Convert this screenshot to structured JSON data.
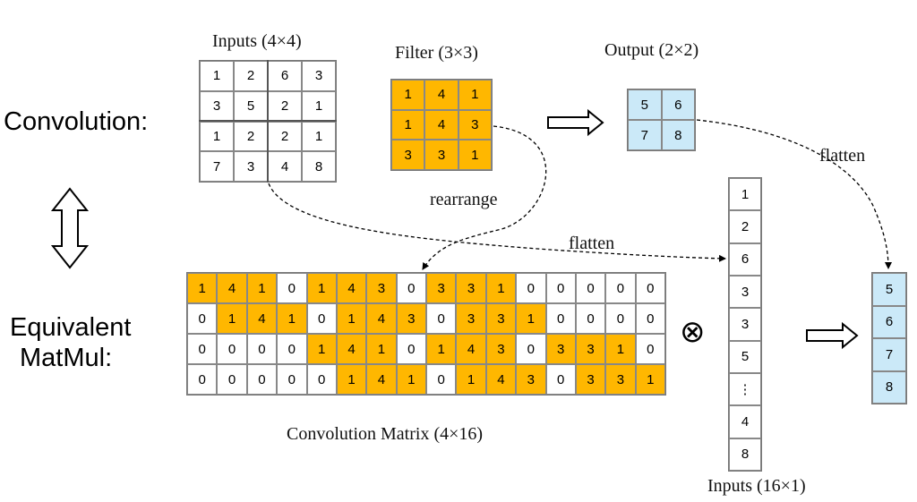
{
  "left_labels": {
    "convolution": "Convolution:",
    "equivalent_line1": "Equivalent",
    "equivalent_line2": "MatMul:"
  },
  "inputs": {
    "title": "Inputs (4×4)",
    "values": [
      [
        1,
        2,
        6,
        3
      ],
      [
        3,
        5,
        2,
        1
      ],
      [
        1,
        2,
        2,
        1
      ],
      [
        7,
        3,
        4,
        8
      ]
    ]
  },
  "filter": {
    "title": "Filter (3×3)",
    "values": [
      [
        1,
        4,
        1
      ],
      [
        1,
        4,
        3
      ],
      [
        3,
        3,
        1
      ]
    ],
    "color": "#FFB700"
  },
  "output": {
    "title": "Output (2×2)",
    "values": [
      [
        5,
        6
      ],
      [
        7,
        8
      ]
    ],
    "color": "#CBE9F8"
  },
  "annotations": {
    "rearrange": "rearrange",
    "flatten_inputs": "flatten",
    "flatten_output": "flatten",
    "times_symbol": "⊗"
  },
  "conv_matrix": {
    "title": "Convolution Matrix (4×16)",
    "values": [
      [
        1,
        4,
        1,
        0,
        1,
        4,
        3,
        0,
        3,
        3,
        1,
        0,
        0,
        0,
        0,
        0
      ],
      [
        0,
        1,
        4,
        1,
        0,
        1,
        4,
        3,
        0,
        3,
        3,
        1,
        0,
        0,
        0,
        0
      ],
      [
        0,
        0,
        0,
        0,
        1,
        4,
        1,
        0,
        1,
        4,
        3,
        0,
        3,
        3,
        1,
        0
      ],
      [
        0,
        0,
        0,
        0,
        0,
        1,
        4,
        1,
        0,
        1,
        4,
        3,
        0,
        3,
        3,
        1
      ]
    ],
    "highlight": [
      [
        1,
        1,
        1,
        0,
        1,
        1,
        1,
        0,
        1,
        1,
        1,
        0,
        0,
        0,
        0,
        0
      ],
      [
        0,
        1,
        1,
        1,
        0,
        1,
        1,
        1,
        0,
        1,
        1,
        1,
        0,
        0,
        0,
        0
      ],
      [
        0,
        0,
        0,
        0,
        1,
        1,
        1,
        0,
        1,
        1,
        1,
        0,
        1,
        1,
        1,
        0
      ],
      [
        0,
        0,
        0,
        0,
        0,
        1,
        1,
        1,
        0,
        1,
        1,
        1,
        0,
        1,
        1,
        1
      ]
    ]
  },
  "input_vector": {
    "title": "Inputs (16×1)",
    "values": [
      "1",
      "2",
      "6",
      "3",
      "3",
      "5",
      "⋮",
      "4",
      "8"
    ]
  },
  "output_vector": {
    "values": [
      5,
      6,
      7,
      8
    ]
  }
}
